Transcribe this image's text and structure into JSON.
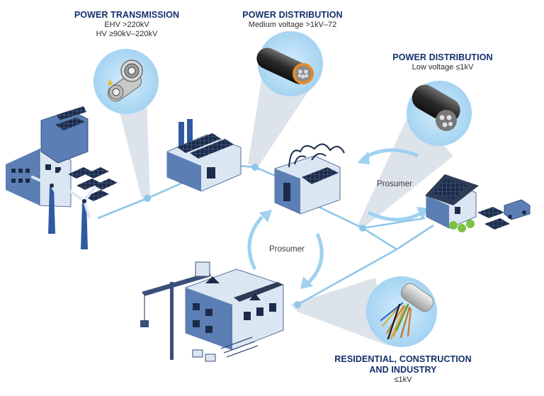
{
  "labels": {
    "transmission": {
      "title": "POWER TRANSMISSION",
      "line1": "EHV >220kV",
      "line2": "HV ≥90kV–220kV"
    },
    "distribution_medium": {
      "title": "POWER DISTRIBUTION",
      "line1": "Medium voltage >1kV–72"
    },
    "distribution_low": {
      "title": "POWER DISTRIBUTION",
      "line1": "Low voltage ≤1kV"
    },
    "residential": {
      "title_line1": "RESIDENTIAL, CONSTRUCTION",
      "title_line2": "AND INDUSTRY",
      "line1": "≤1kV"
    }
  },
  "prosumer_labels": [
    "Prosumer",
    "Prosumer"
  ],
  "colors": {
    "navy": "#14306b",
    "line_blue": "#8ec7ea",
    "beam_gray": "#dde3ea",
    "building": "#5b7fb5",
    "building_light": "#dbe6f3",
    "tree_green": "#7cc242"
  },
  "icons": [
    "hv-cable-icon",
    "mv-cable-icon",
    "lv-cable-icon",
    "wire-bundle-icon",
    "power-plant-icon",
    "factory-icon",
    "substation-icon",
    "house-icon",
    "car-icon",
    "construction-site-icon",
    "wind-turbine-icon",
    "solar-panel-icon"
  ]
}
